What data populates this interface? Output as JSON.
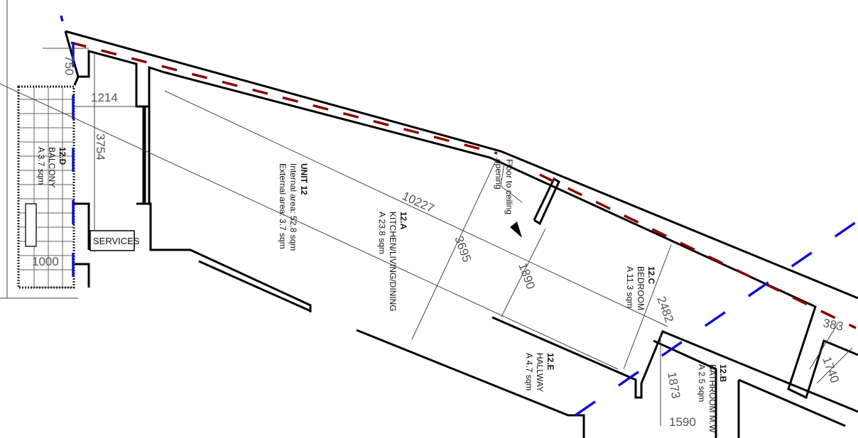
{
  "unit": {
    "title": "UNIT 12",
    "internal_area": "Internal area: 52.8 sqm",
    "external_area": "External area: 3.7 sqm"
  },
  "rooms": [
    {
      "id": "12.A",
      "name": "KITCHEN/LIVING/DINING",
      "area": "A 23.8 sqm"
    },
    {
      "id": "12.B",
      "name": "BATHROOM M.W",
      "area": "A 2.5 sqm"
    },
    {
      "id": "12.C",
      "name": "BEDROOM",
      "area": "A 11.3 sqm"
    },
    {
      "id": "12.D",
      "name": "BALCONY",
      "area": "A 3.7 sqm"
    },
    {
      "id": "12.E",
      "name": "HALLWAY",
      "area": "A 4.7 sqm"
    }
  ],
  "dimensions": {
    "d750": "750",
    "d1214": "1214",
    "d3754": "3754",
    "d1000": "1000",
    "d10227": "10227",
    "d3695": "3695",
    "d1890": "1890",
    "d2482": "2482",
    "d1873": "1873",
    "d1590": "1590",
    "d383": "383",
    "d1740": "1740"
  },
  "labels": {
    "services": "SERVICES",
    "note_line1": "Floor to ceiling",
    "note_line2": "opening"
  },
  "colors": {
    "wall": "#000000",
    "external_line": "#8b0000",
    "boundary_line": "#1010d0"
  }
}
